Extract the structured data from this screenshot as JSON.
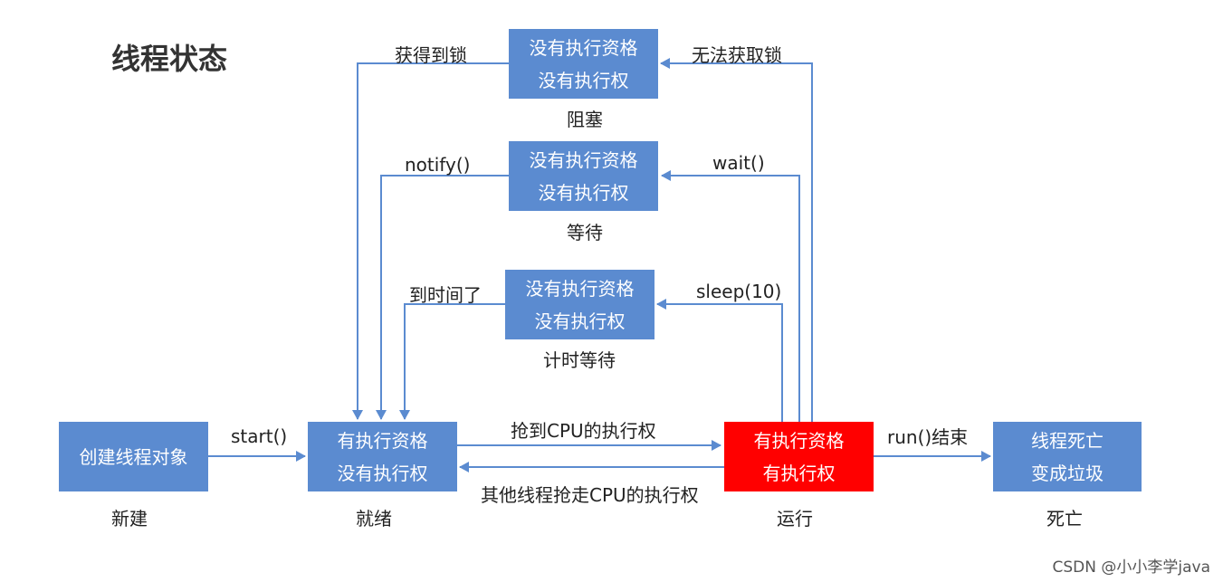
{
  "title": "线程状态",
  "states": {
    "new": {
      "text": "创建线程对象",
      "caption": "新建"
    },
    "ready": {
      "line1": "有执行资格",
      "line2": "没有执行权",
      "caption": "就绪"
    },
    "running": {
      "line1": "有执行资格",
      "line2": "有执行权",
      "caption": "运行"
    },
    "dead": {
      "line1": "线程死亡",
      "line2": "变成垃圾",
      "caption": "死亡"
    },
    "blocked": {
      "line1": "没有执行资格",
      "line2": "没有执行权",
      "caption": "阻塞"
    },
    "waiting": {
      "line1": "没有执行资格",
      "line2": "没有执行权",
      "caption": "等待"
    },
    "timed_waiting": {
      "line1": "没有执行资格",
      "line2": "没有执行权",
      "caption": "计时等待"
    }
  },
  "transitions": {
    "start": "start()",
    "get_cpu": "抢到CPU的执行权",
    "lose_cpu": "其他线程抢走CPU的执行权",
    "run_end": "run()结束",
    "get_lock": "获得到锁",
    "no_lock": "无法获取锁",
    "notify": "notify()",
    "wait": "wait()",
    "time_up": "到时间了",
    "sleep": "sleep(10)"
  },
  "watermark": "CSDN @小小李学java",
  "colors": {
    "box": "#5b8bd0",
    "running": "#ff0000",
    "arrow": "#5b8bd0"
  }
}
